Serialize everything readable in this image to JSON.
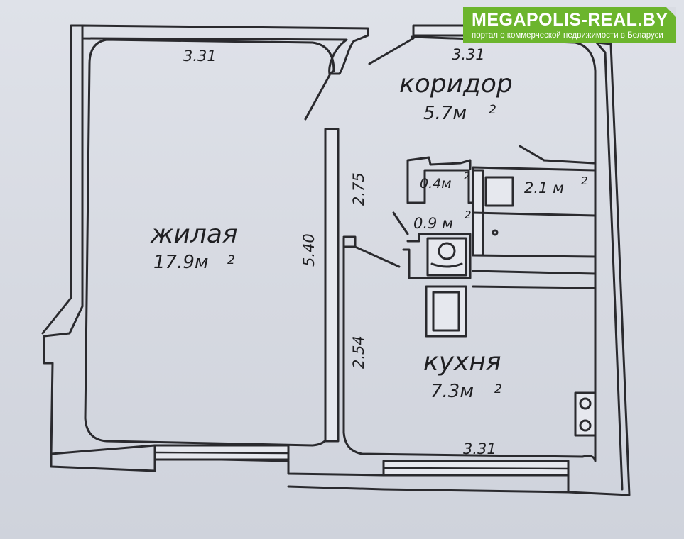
{
  "watermark": {
    "title": "MEGAPOLIS-REAL.BY",
    "subtitle": "портал о коммерческой недвижимости в Беларуси",
    "color": "#6cb52d"
  },
  "rooms": {
    "living": {
      "name": "жилая",
      "area": "17.9м",
      "sup": "2"
    },
    "corridor": {
      "name": "коридор",
      "area": "5.7м",
      "sup": "2"
    },
    "kitchen": {
      "name": "кухня",
      "area": "7.3м",
      "sup": "2"
    },
    "closet": {
      "area": "0.4м",
      "sup": "2"
    },
    "bathroom": {
      "area": "2.1 м",
      "sup": "2"
    },
    "toilet": {
      "area": "0.9 м",
      "sup": "2"
    }
  },
  "dimensions": {
    "living_top": "3.31",
    "corridor_top": "3.31",
    "kitchen_bottom": "3.31",
    "wall_total": "5.40",
    "corridor_side": "2.75",
    "kitchen_side": "2.54"
  }
}
